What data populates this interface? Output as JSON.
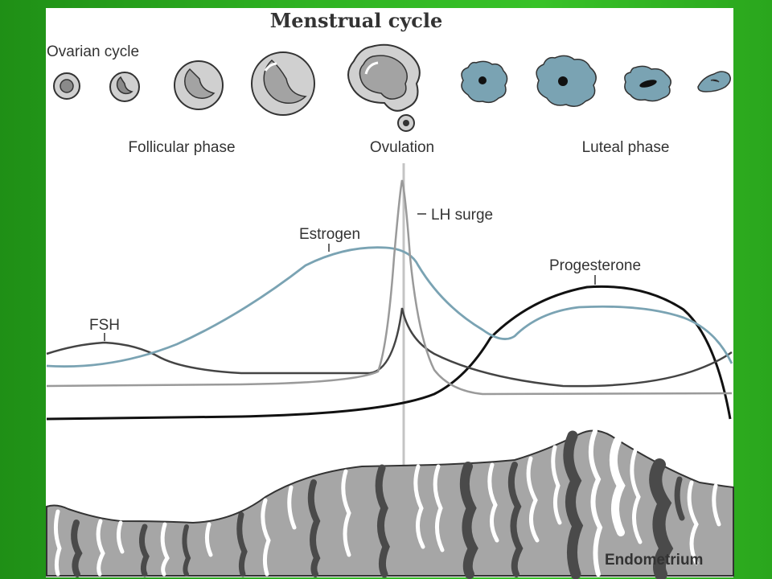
{
  "slide": {
    "background_color": "#2fb322",
    "panel_color": "#ffffff"
  },
  "diagram": {
    "title": "Menstrual cycle",
    "ovarian_label": "Ovarian cycle",
    "phases": {
      "follicular": "Follicular phase",
      "ovulation": "Ovulation",
      "luteal": "Luteal phase"
    },
    "hormones": {
      "lh": "LH surge",
      "estrogen": "Estrogen",
      "progesterone": "Progesterone",
      "fsh": "FSH"
    },
    "endometrium_label": "Endometrium",
    "colors": {
      "estrogen": "#7aa3b3",
      "lh": "#9a9a9a",
      "fsh": "#444444",
      "progesterone": "#111111",
      "follicle": "#b4b4b4",
      "corpus_luteum": "#7aa3b3",
      "endometrium": "#a6a6a6",
      "vessel": "#4a4a4a",
      "gland": "#ffffff"
    }
  }
}
